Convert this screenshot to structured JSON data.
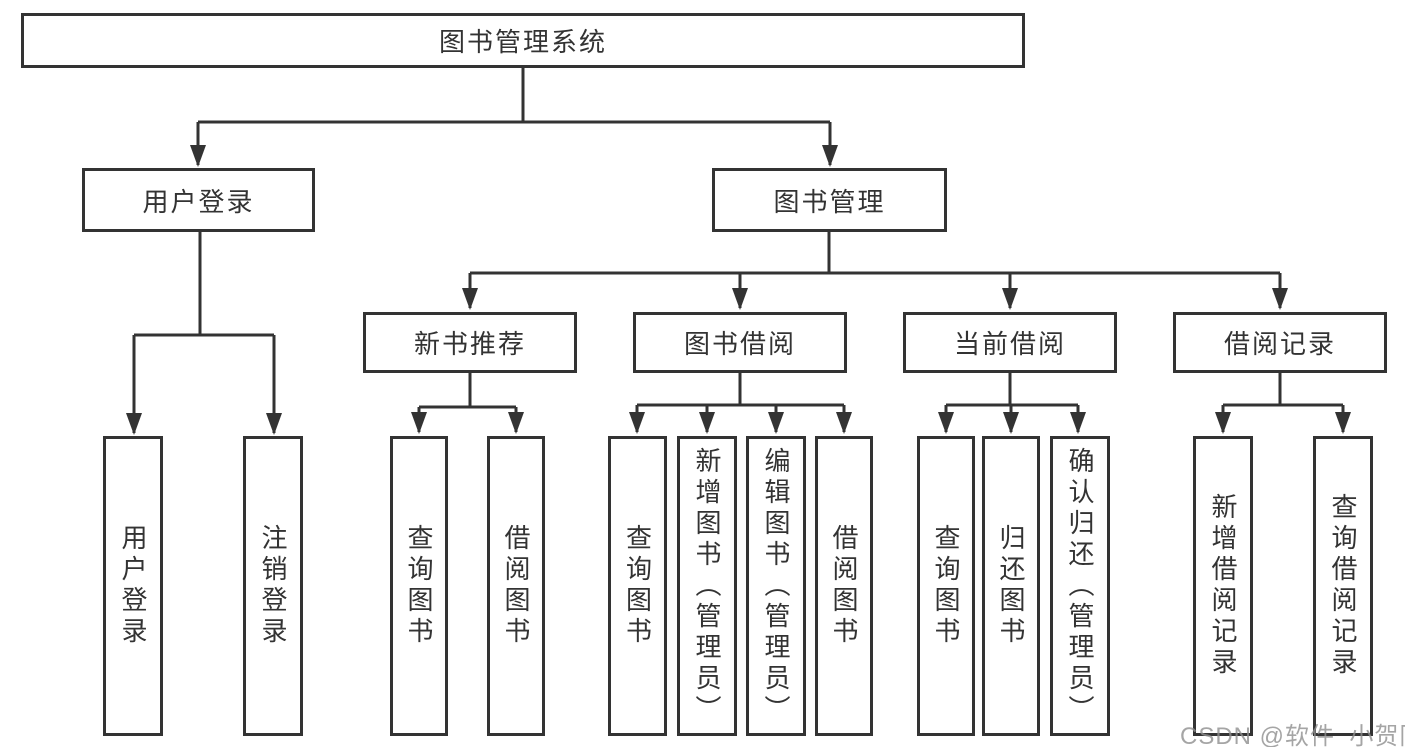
{
  "tree": {
    "root": {
      "label": "图书管理系统"
    },
    "branches": [
      {
        "label": "用户登录",
        "leaves": [
          {
            "label": "用户登录"
          },
          {
            "label": "注销登录"
          }
        ]
      },
      {
        "label": "图书管理",
        "groups": [
          {
            "label": "新书推荐",
            "leaves": [
              {
                "label": "查询图书"
              },
              {
                "label": "借阅图书"
              }
            ]
          },
          {
            "label": "图书借阅",
            "leaves": [
              {
                "label": "查询图书"
              },
              {
                "label": "新增图书（管理员）"
              },
              {
                "label": "编辑图书（管理员）"
              },
              {
                "label": "借阅图书"
              }
            ]
          },
          {
            "label": "当前借阅",
            "leaves": [
              {
                "label": "查询图书"
              },
              {
                "label": "归还图书"
              },
              {
                "label": "确认归还（管理员）"
              }
            ]
          },
          {
            "label": "借阅记录",
            "leaves": [
              {
                "label": "新增借阅记录"
              },
              {
                "label": "查询借阅记录"
              }
            ]
          }
        ]
      }
    ]
  },
  "watermark": {
    "text": "CSDN @软件_小贺同学"
  },
  "colors": {
    "line": "#333333",
    "text": "#333333",
    "box_background": "#ffffff",
    "watermark": "#8f8f8f"
  }
}
